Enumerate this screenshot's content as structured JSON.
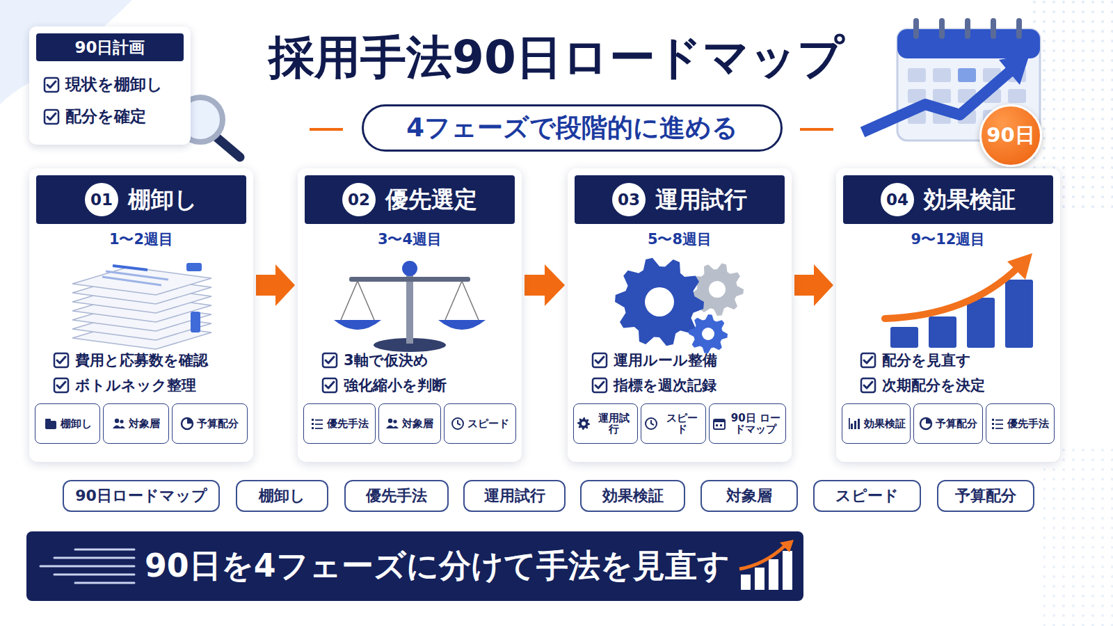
{
  "diagram": {
    "title": "採用手法90日ロードマップ",
    "nodes": [
      {
        "text": [
          "90日計画",
          "現状を棚卸し",
          "配分を確定"
        ]
      },
      {
        "text": [
          "4フェーズで段階的に進める"
        ]
      },
      {
        "text": [
          "90日"
        ]
      },
      {
        "text": [
          "01",
          "棚卸し",
          "1〜2週目",
          "費用と応募数を確認",
          "ボトルネック整理"
        ]
      },
      {
        "text": [
          "棚卸し"
        ],
        "in": 3
      },
      {
        "text": [
          "対象層"
        ],
        "in": 3
      },
      {
        "text": [
          "予算配分"
        ],
        "in": 3
      },
      {
        "text": [
          "02",
          "優先選定",
          "3〜4週目",
          "3軸で仮決め",
          "強化縮小を判断"
        ]
      },
      {
        "text": [
          "優先手法"
        ],
        "in": 7
      },
      {
        "text": [
          "対象層"
        ],
        "in": 7
      },
      {
        "text": [
          "スピード"
        ],
        "in": 7
      },
      {
        "text": [
          "03",
          "運用試行",
          "5〜8週目",
          "運用ルール整備",
          "指標を週次記録"
        ]
      },
      {
        "text": [
          "運用試行"
        ],
        "in": 11
      },
      {
        "text": [
          "スピード"
        ],
        "in": 11
      },
      {
        "text": [
          "90日 ロードマップ"
        ],
        "in": 11
      },
      {
        "text": [
          "04",
          "効果検証",
          "9〜12週目",
          "配分を見直す",
          "次期配分を決定"
        ]
      },
      {
        "text": [
          "効果検証"
        ],
        "in": 15
      },
      {
        "text": [
          "予算配分"
        ],
        "in": 15
      },
      {
        "text": [
          "優先手法"
        ],
        "in": 15
      },
      {
        "text": [
          "90日ロードマップ"
        ]
      },
      {
        "text": [
          "棚卸し"
        ]
      },
      {
        "text": [
          "優先手法"
        ]
      },
      {
        "text": [
          "運用試行"
        ]
      },
      {
        "text": [
          "効果検証"
        ]
      },
      {
        "text": [
          "対象層"
        ]
      },
      {
        "text": [
          "スピード"
        ]
      },
      {
        "text": [
          "予算配分"
        ]
      },
      {
        "text": [
          "90日を4フェーズに分けて手法を見直す"
        ]
      }
    ],
    "edges": [
      {
        "from": 3,
        "to": 7,
        "arrow": "to"
      },
      {
        "from": 7,
        "to": 11,
        "arrow": "to"
      },
      {
        "from": 11,
        "to": 15,
        "arrow": "to"
      }
    ]
  }
}
